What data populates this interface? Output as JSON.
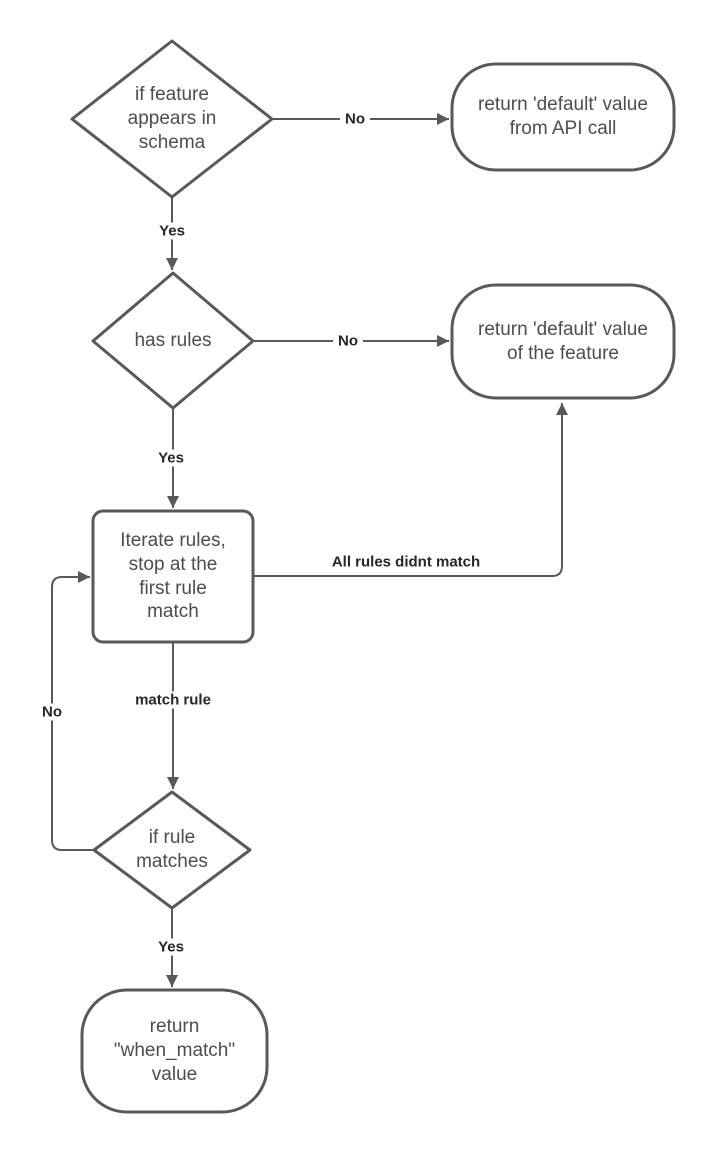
{
  "diagram": {
    "type": "flowchart",
    "background": "#ffffff",
    "colors": {
      "shape_stroke": "#595959",
      "shape_fill": "#ffffff",
      "node_text": "#4d4d4d",
      "edge_label_text": "#262626"
    },
    "nodes": [
      {
        "id": "decision-feature-in-schema",
        "shape": "diamond",
        "label_lines": [
          "if feature",
          "appears in",
          "schema"
        ]
      },
      {
        "id": "terminator-default-api",
        "shape": "terminator",
        "label_lines": [
          "return 'default' value",
          "from API call"
        ]
      },
      {
        "id": "decision-has-rules",
        "shape": "diamond",
        "label_lines": [
          "has rules"
        ]
      },
      {
        "id": "terminator-default-feature",
        "shape": "terminator",
        "label_lines": [
          "return 'default' value",
          "of the feature"
        ]
      },
      {
        "id": "process-iterate-rules",
        "shape": "process",
        "label_lines": [
          "Iterate rules,",
          "stop at the",
          "first rule",
          "match"
        ]
      },
      {
        "id": "decision-rule-matches",
        "shape": "diamond",
        "label_lines": [
          "if rule",
          "matches"
        ]
      },
      {
        "id": "terminator-when-match",
        "shape": "terminator",
        "label_lines": [
          "return",
          "\"when_match\"",
          "value"
        ]
      }
    ],
    "edges": [
      {
        "from": "decision-feature-in-schema",
        "to": "terminator-default-api",
        "label": "No"
      },
      {
        "from": "decision-feature-in-schema",
        "to": "decision-has-rules",
        "label": "Yes"
      },
      {
        "from": "decision-has-rules",
        "to": "terminator-default-feature",
        "label": "No"
      },
      {
        "from": "decision-has-rules",
        "to": "process-iterate-rules",
        "label": "Yes"
      },
      {
        "from": "process-iterate-rules",
        "to": "terminator-default-feature",
        "label": "All rules didnt match"
      },
      {
        "from": "process-iterate-rules",
        "to": "decision-rule-matches",
        "label": "match rule"
      },
      {
        "from": "decision-rule-matches",
        "to": "process-iterate-rules",
        "label": "No"
      },
      {
        "from": "decision-rule-matches",
        "to": "terminator-when-match",
        "label": "Yes"
      }
    ]
  }
}
